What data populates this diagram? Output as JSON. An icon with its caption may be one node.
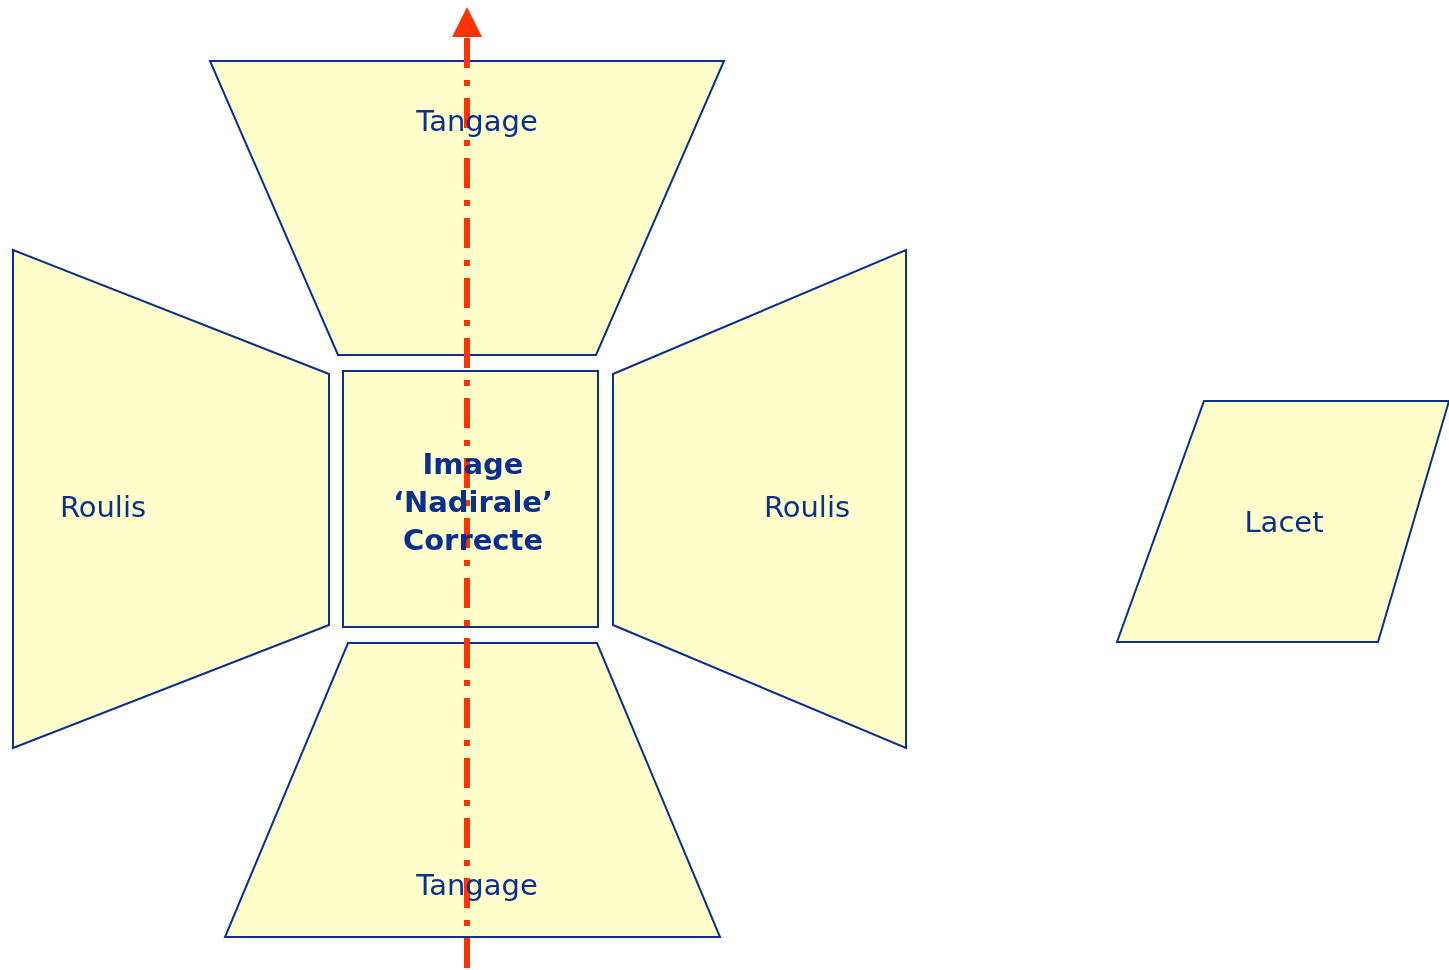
{
  "diagram": {
    "nodes": [
      {
        "text": [
          "Tangage"
        ]
      },
      {
        "text": [
          "Roulis"
        ]
      },
      {
        "text": [
          "Image ‘Nadirale’ Correcte"
        ]
      },
      {
        "text": [
          "Roulis"
        ]
      },
      {
        "text": [
          "Tangage"
        ]
      },
      {
        "text": [
          "Lacet"
        ]
      }
    ]
  }
}
